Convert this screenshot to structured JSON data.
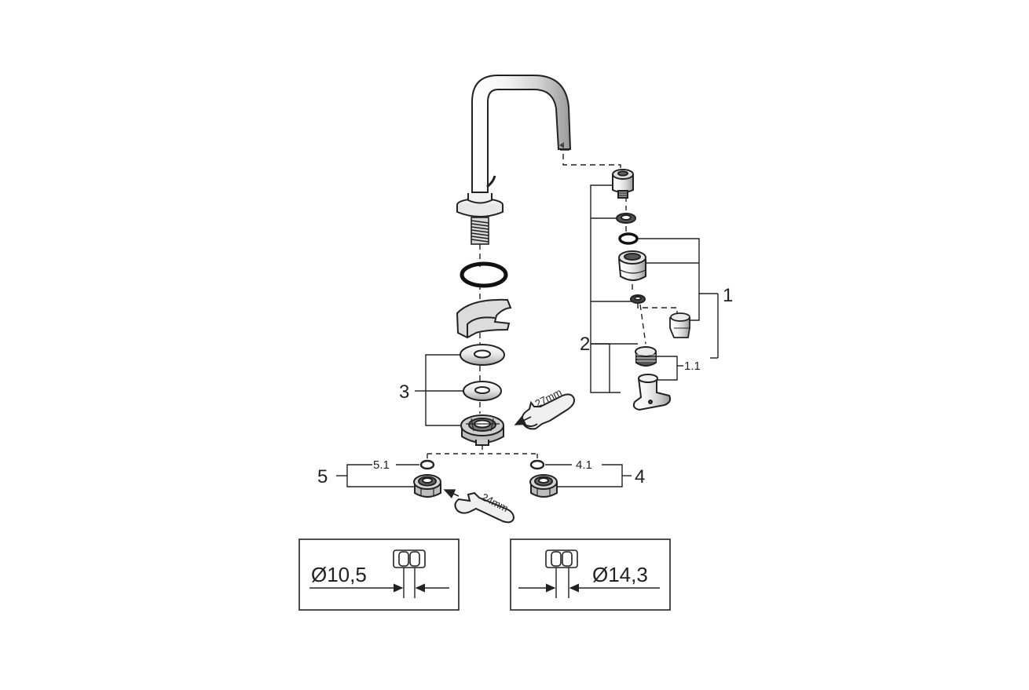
{
  "callouts": {
    "c1": "1",
    "c1_1": "1.1",
    "c2": "2",
    "c3": "3",
    "c4": "4",
    "c4_1": "4.1",
    "c5": "5",
    "c5_1": "5.1"
  },
  "wrenches": {
    "upper": "27mm",
    "lower": "24mm"
  },
  "dimensions": {
    "left": "Ø10,5",
    "right": "Ø14,3"
  },
  "colors": {
    "line": "#222222",
    "fill": "#ffffff",
    "shade": "#dcdcdc"
  }
}
